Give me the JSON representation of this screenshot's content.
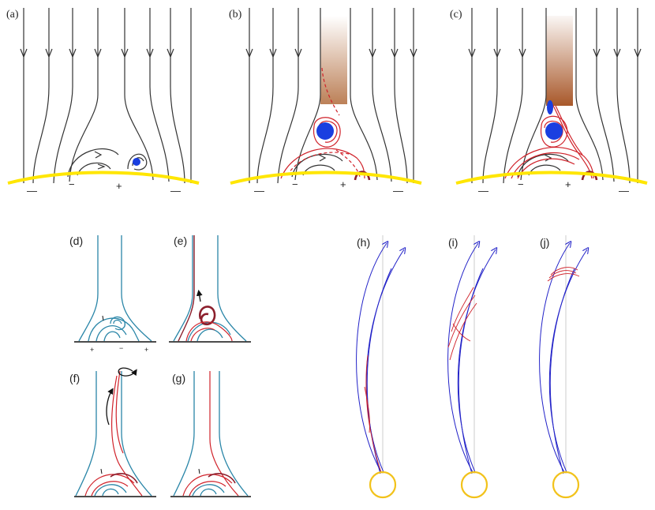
{
  "panels": {
    "a": {
      "label": "(a)",
      "signs": [
        "—",
        "−",
        "+",
        "—"
      ]
    },
    "b": {
      "label": "(b)",
      "signs": [
        "—",
        "−",
        "+",
        "—"
      ]
    },
    "c": {
      "label": "(c)",
      "signs": [
        "—",
        "−",
        "+",
        "—"
      ]
    },
    "d": {
      "label": "(d)",
      "signs": [
        "+",
        "−",
        "+"
      ]
    },
    "e": {
      "label": "(e)"
    },
    "f": {
      "label": "(f)"
    },
    "g": {
      "label": "(g)"
    },
    "h": {
      "label": "(h)"
    },
    "i": {
      "label": "(i)"
    },
    "j": {
      "label": "(j)"
    }
  },
  "colors": {
    "field_line": "#333333",
    "photosphere": "#ffe600",
    "blob": "#1a3fe0",
    "reconnection": "#d0222a",
    "flux_rope": "#8c1f2c",
    "jet": "#b06a3a",
    "model_line_blue": "#2a86a8",
    "helio_blue": "#2222c8",
    "sun_outline": "#f2c21a"
  }
}
